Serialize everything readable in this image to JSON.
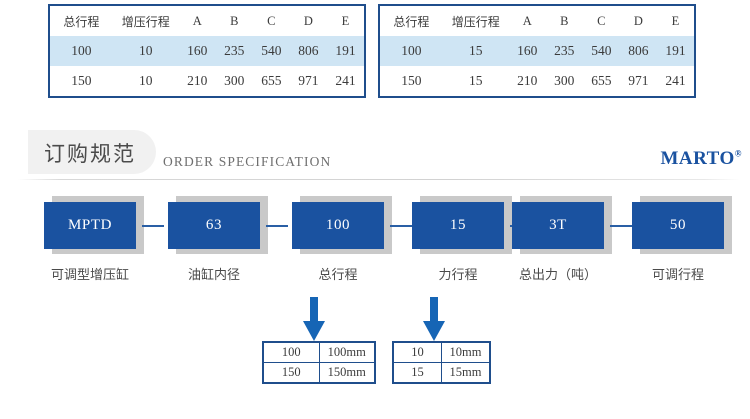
{
  "spec_tables": {
    "headers": [
      "总行程",
      "增压行程",
      "A",
      "B",
      "C",
      "D",
      "E"
    ],
    "tables": [
      {
        "name": "spec-table-1",
        "rows": [
          {
            "highlight": true,
            "cells": [
              "100",
              "10",
              "160",
              "235",
              "540",
              "806",
              "191"
            ]
          },
          {
            "highlight": false,
            "cells": [
              "150",
              "10",
              "210",
              "300",
              "655",
              "971",
              "241"
            ]
          }
        ]
      },
      {
        "name": "spec-table-2",
        "rows": [
          {
            "highlight": true,
            "cells": [
              "100",
              "15",
              "160",
              "235",
              "540",
              "806",
              "191"
            ]
          },
          {
            "highlight": false,
            "cells": [
              "150",
              "15",
              "210",
              "300",
              "655",
              "971",
              "241"
            ]
          }
        ]
      }
    ]
  },
  "header": {
    "title_cn": "订购规范",
    "title_en": "ORDER SPECIFICATION",
    "brand": "MARTO",
    "brand_mark": "®",
    "accent_color": "#1a52a0"
  },
  "flow": {
    "nodes": [
      {
        "value": "MPTD",
        "label": "可调型增压缸"
      },
      {
        "value": "63",
        "label": "油缸内径"
      },
      {
        "value": "100",
        "label": "总行程"
      },
      {
        "value": "15",
        "label": "力行程"
      },
      {
        "value": "3T",
        "label": "总出力（吨）"
      },
      {
        "value": "50",
        "label": "可调行程"
      }
    ]
  },
  "detail_tables": [
    {
      "name": "total-stroke-options",
      "rows": [
        [
          "100",
          "100mm"
        ],
        [
          "150",
          "150mm"
        ]
      ]
    },
    {
      "name": "force-stroke-options",
      "rows": [
        [
          "10",
          "10mm"
        ],
        [
          "15",
          "15mm"
        ]
      ]
    }
  ]
}
